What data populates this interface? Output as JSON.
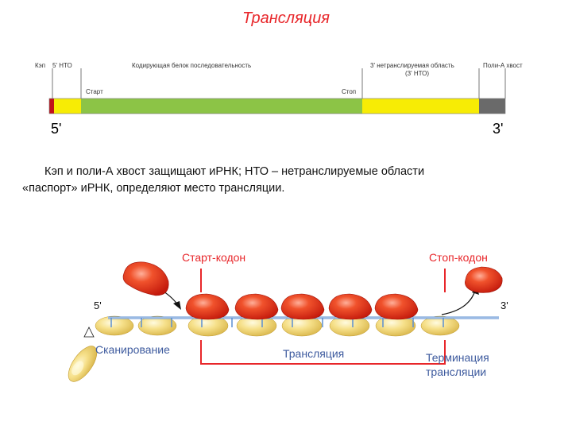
{
  "title": "Трансляция",
  "mrna_scheme": {
    "labels": {
      "cap": "Кэп",
      "utr5": "5' НТО",
      "coding": "Кодирующая белок последовательность",
      "utr3_line1": "3' нетранслируемая область",
      "utr3_line2": "(3' НТО)",
      "polya": "Поли-А хвост",
      "start": "Старт",
      "stop": "Стоп"
    },
    "end_5": "5'",
    "end_3": "3'",
    "colors": {
      "cap": "#c0111a",
      "utr": "#f7ec05",
      "coding": "#8cc446",
      "polya": "#6a6a6a"
    }
  },
  "description": {
    "line1": "Кэп и поли-А хвост защищают иРНК; НТО – нетранслируемые области",
    "line2": "«паспорт» иРНК, определяют место трансляции."
  },
  "ribosome_diagram": {
    "start_codon": "Старт-кодон",
    "stop_codon": "Стоп-кодон",
    "end_5": "5'",
    "end_3": "3'",
    "scanning": "Сканирование",
    "translation": "Трансляция",
    "termination_line1": "Терминация",
    "termination_line2": "трансляции",
    "colors": {
      "label_red": "#e8262a",
      "label_blue": "#3d5a9e",
      "large_subunit": "#e83a1c",
      "small_subunit": "#f2d774",
      "mrna": "#5b8fd1"
    }
  }
}
